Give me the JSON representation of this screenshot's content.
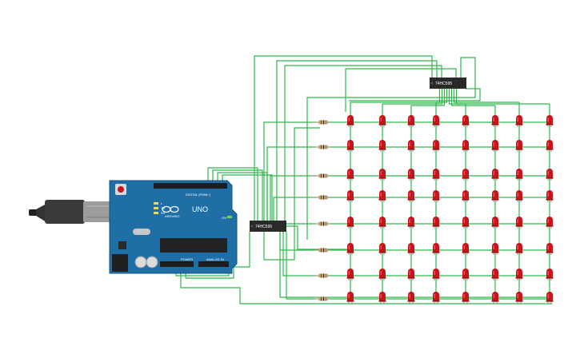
{
  "board": {
    "model": "UNO",
    "brand": "ARDUINO",
    "digital_header": "DIGITAL (PWM~)",
    "power_header": "POWER",
    "analog_header": "ANALOG IN",
    "led_labels": [
      "L",
      "TX",
      "RX"
    ],
    "on_label": "ON",
    "colors": {
      "pcb": "#1f6fa6",
      "pcb_dark": "#15527d",
      "usb": "#9a9a9a",
      "cable": "#333333",
      "power_jack": "#222222"
    }
  },
  "shift_registers": [
    {
      "id": "sr-top",
      "label": "74HC595"
    },
    {
      "id": "sr-mid",
      "label": "74HC595"
    }
  ],
  "matrix": {
    "rows": 8,
    "cols": 8,
    "led_color": "#c8151b",
    "resistor_color": "#c9a46a"
  },
  "wire_color": "#2fb84a"
}
